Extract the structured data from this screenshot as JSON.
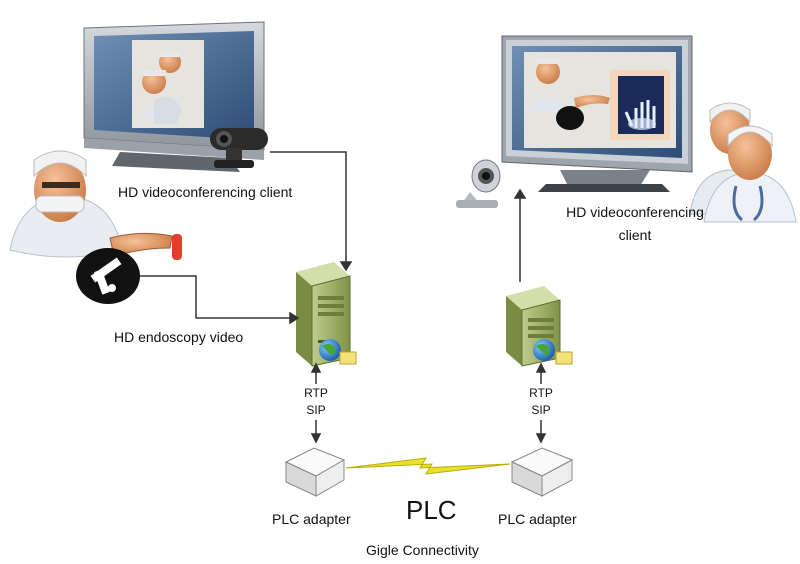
{
  "labels": {
    "client_left": "HD videoconferencing client",
    "client_right_line1": "HD videoconferencing",
    "client_right_line2": "client",
    "endoscopy": "HD endoscopy video",
    "rtp_left": "RTP",
    "sip_left": "SIP",
    "rtp_right": "RTP",
    "sip_right": "SIP",
    "plc_adapter_left": "PLC adapter",
    "plc_adapter_right": "PLC adapter",
    "plc": "PLC",
    "gigle": "Gigle Connectivity"
  },
  "colors": {
    "server_green": "#9fb06a",
    "screen_blue": "#3a5f8f",
    "monitor_frame": "#b8bec4",
    "lightning_yellow": "#e8e02a",
    "line_dark": "#333333"
  },
  "icons": [
    "monitor-icon",
    "webcam-icon",
    "server-icon",
    "globe-icon",
    "plc-adapter-icon",
    "doctor-icon",
    "endoscope-icon",
    "xray-icon",
    "lightning-icon"
  ]
}
